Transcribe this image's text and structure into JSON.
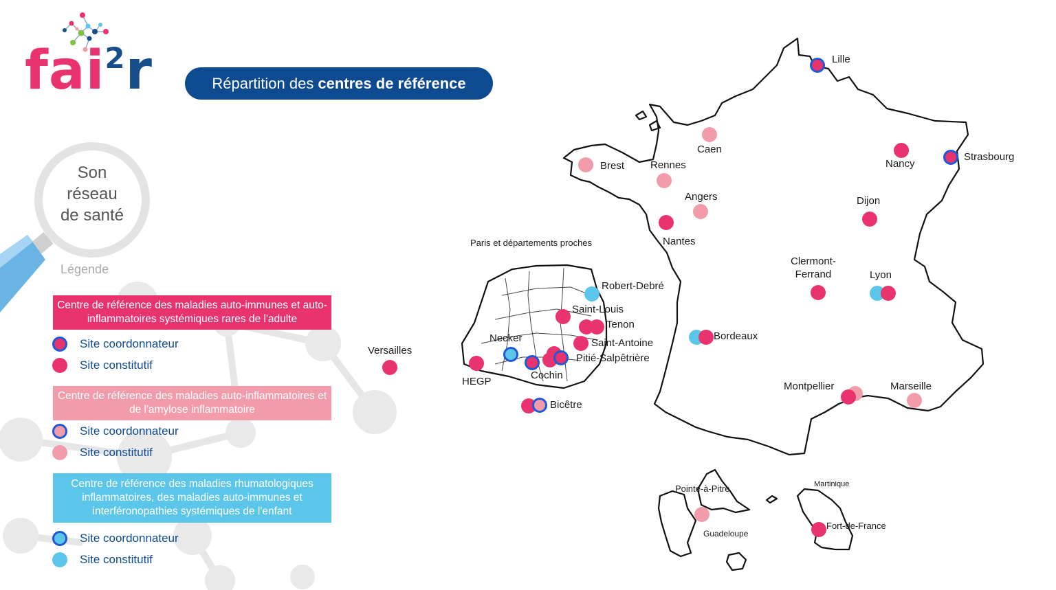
{
  "brand": {
    "logo_part1": "fai",
    "logo_sup": "2",
    "logo_part2": "r",
    "pink": "#e8336f",
    "blue": "#184d8c"
  },
  "header": {
    "title_prefix": "Répartition des",
    "title_bold": "centres de référence"
  },
  "magnifier": {
    "line1": "Son",
    "line2": "réseau",
    "line3": "de santé"
  },
  "legend": {
    "title": "Légende",
    "groups": [
      {
        "label": "Centre de référence des maladies auto-immunes et auto-inflammatoires systémiques rares de l'adulte",
        "color": "#e8336f",
        "items": [
          {
            "label": "Site coordonnateur",
            "kind": "coordonnateur"
          },
          {
            "label": "Site constitutif",
            "kind": "constitutif"
          }
        ]
      },
      {
        "label": "Centre de référence des maladies auto-inflammatoires et de l'amylose inflammatoire",
        "color": "#f29baa",
        "items": [
          {
            "label": "Site coordonnateur",
            "kind": "coordonnateur"
          },
          {
            "label": "Site constitutif",
            "kind": "constitutif"
          }
        ]
      },
      {
        "label": "Centre de référence des maladies rhumatologiques inflammatoires, des maladies auto-immunes et interféronopathies systémiques de l'enfant",
        "color": "#5bc5ea",
        "items": [
          {
            "label": "Site coordonnateur",
            "kind": "coordonnateur"
          },
          {
            "label": "Site constitutif",
            "kind": "constitutif"
          }
        ]
      }
    ]
  },
  "colors": {
    "adult": "#e8336f",
    "amylose": "#f29baa",
    "child": "#5bc5ea",
    "coord_ring": "#1f5ad6",
    "outline": "#111111"
  },
  "map": {
    "paris_inset_title": "Paris et départements proches",
    "cities": {
      "lille": "Lille",
      "caen": "Caen",
      "brest": "Brest",
      "rennes": "Rennes",
      "nancy": "Nancy",
      "strasbourg": "Strasbourg",
      "angers": "Angers",
      "dijon": "Dijon",
      "nantes": "Nantes",
      "clermont": "Clermont-\nFerrand",
      "lyon": "Lyon",
      "bordeaux": "Bordeaux",
      "montpellier": "Montpellier",
      "marseille": "Marseille",
      "versailles": "Versailles",
      "robert_debre": "Robert-Debré",
      "saint_louis": "Saint-Louis",
      "tenon": "Tenon",
      "saint_antoine": "Saint-Antoine",
      "necker": "Necker",
      "pitie": "Pitié-Salpêtrière",
      "cochin": "Cochin",
      "hegp": "HEGP",
      "bicetre": "Bicêtre",
      "pointe_a_pitre": "Pointe-à-Pitre",
      "guadeloupe": "Guadeloupe",
      "martinique": "Martinique",
      "fort_de_france": "Fort-de-France"
    }
  }
}
